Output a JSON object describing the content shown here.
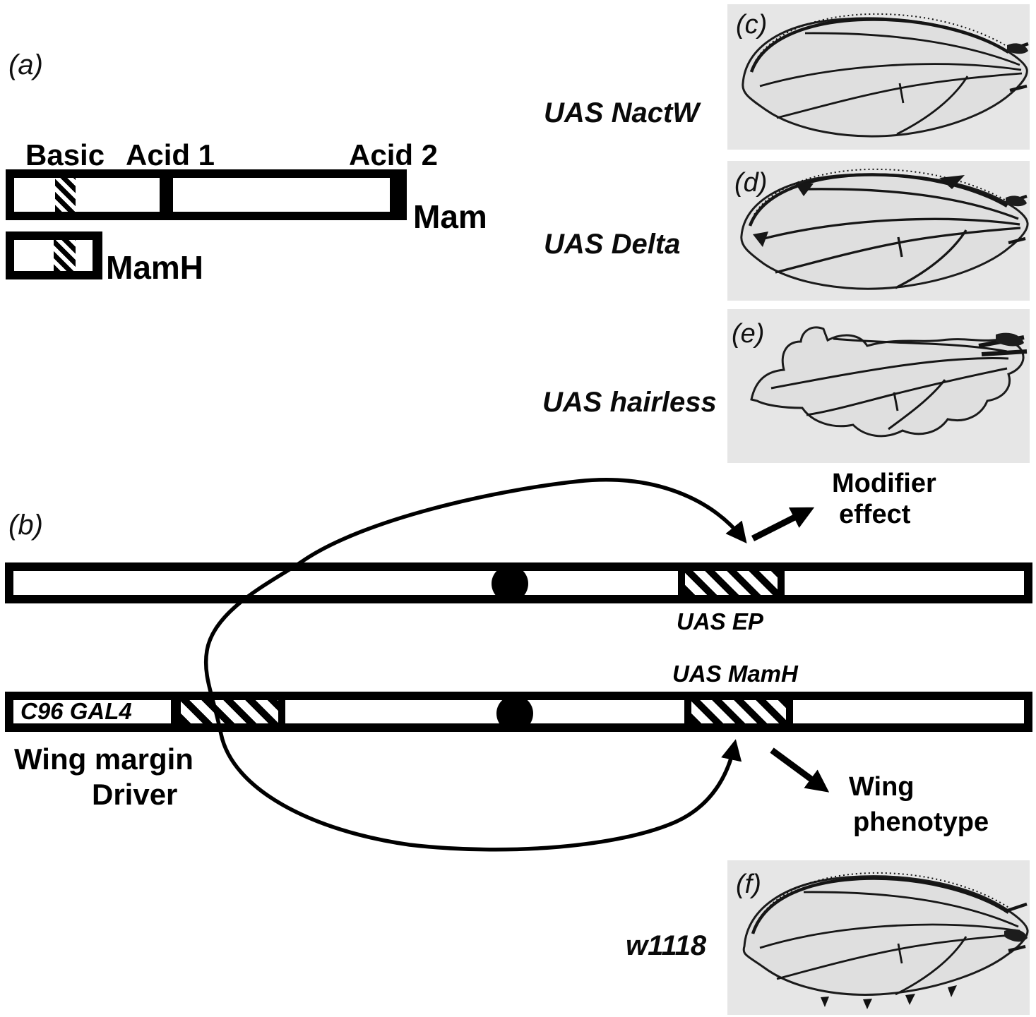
{
  "colors": {
    "ink": "#000000",
    "photo_bg": "#e6e6e6",
    "wing_fill": "#dfdfdf"
  },
  "panel_a": {
    "tag": "(a)",
    "domain_labels": {
      "basic": "Basic",
      "acid1": "Acid 1",
      "acid2": "Acid 2"
    },
    "proteins": [
      {
        "name": "Mam"
      },
      {
        "name": "MamH"
      }
    ]
  },
  "panel_b": {
    "tag": "(b)",
    "chromosome_ep": {
      "insertion_label": "UAS EP"
    },
    "chromosome_gal4": {
      "driver_label": "C96 GAL4",
      "insertion_label": "UAS MamH"
    },
    "driver_caption": {
      "line1": "Wing margin",
      "line2": "Driver"
    },
    "modifier_caption": {
      "line1": "Modifier",
      "line2": "effect"
    },
    "phenotype_caption": {
      "line1": "Wing",
      "line2": "phenotype"
    }
  },
  "wing_panels": [
    {
      "tag": "(c)",
      "genotype": "UAS NactW"
    },
    {
      "tag": "(d)",
      "genotype": "UAS Delta"
    },
    {
      "tag": "(e)",
      "genotype": "UAS hairless"
    },
    {
      "tag": "(f)",
      "genotype": "w1118"
    }
  ]
}
